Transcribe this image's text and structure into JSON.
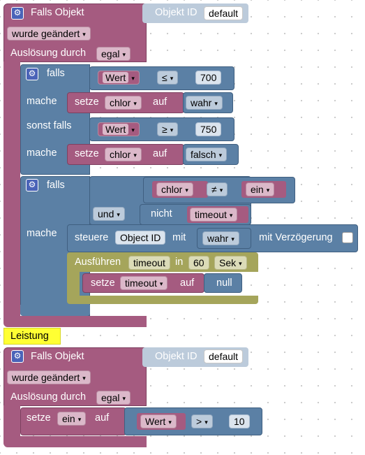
{
  "block1": {
    "falls_objekt": "Falls Objekt",
    "objekt_id_label": "Objekt ID",
    "objekt_id_value": "default",
    "trigger_mode": "wurde geändert",
    "ausloesung_label": "Auslösung durch",
    "ausloesung_value": "egal"
  },
  "if1": {
    "falls": "falls",
    "mache": "mache",
    "sonst_falls": "sonst falls",
    "cond1": {
      "var": "Wert",
      "op": "≤",
      "num": "700"
    },
    "cond2": {
      "var": "Wert",
      "op": "≥",
      "num": "750"
    },
    "setze1": {
      "setze": "setze",
      "var": "chlor",
      "auf": "auf",
      "val": "wahr"
    },
    "setze2": {
      "setze": "setze",
      "var": "chlor",
      "auf": "auf",
      "val": "falsch"
    }
  },
  "if2": {
    "falls": "falls",
    "mache": "mache",
    "cond_var": "chlor",
    "cond_op": "≠",
    "cond_val": "ein",
    "logic": "und",
    "nicht": "nicht",
    "nicht_var": "timeout",
    "steuere": "steuere",
    "object_id": "Object ID",
    "mit": "mit",
    "steuere_val": "wahr",
    "mit_verzoegerung": "mit Verzögerung",
    "ausfuehren": "Ausführen",
    "timeout_var": "timeout",
    "in": "in",
    "in_val": "60",
    "unit": "Sek",
    "inner_setze": "setze",
    "inner_var": "timeout",
    "inner_auf": "auf",
    "inner_val": "null"
  },
  "comment": "Leistung",
  "block2": {
    "falls_objekt": "Falls Objekt",
    "objekt_id_label": "Objekt ID",
    "objekt_id_value": "default",
    "trigger_mode": "wurde geändert",
    "ausloesung_label": "Auslösung durch",
    "ausloesung_value": "egal",
    "setze": "setze",
    "setze_var": "ein",
    "auf": "auf",
    "cond_var": "Wert",
    "cond_op": ">",
    "cond_num": "10"
  },
  "colors": {
    "event_block": "#a55b80",
    "logic_block": "#5b80a5",
    "timeout_block": "#a5a55b",
    "comment": "#ffff33"
  }
}
